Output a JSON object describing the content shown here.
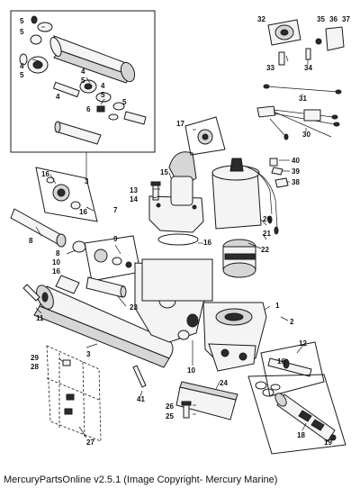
{
  "footer": {
    "caption": "MercuryPartsOnline v2.5.1 (Image Copyright- Mercury Marine)"
  },
  "callouts": [
    "1",
    "2",
    "3",
    "4",
    "5",
    "6",
    "7",
    "8",
    "9",
    "10",
    "11",
    "12",
    "13",
    "14",
    "15",
    "16",
    "17",
    "18",
    "19",
    "20",
    "21",
    "22",
    "23",
    "24",
    "25",
    "26",
    "27",
    "28",
    "29",
    "30",
    "31",
    "32",
    "33",
    "34",
    "35",
    "36",
    "37",
    "38",
    "39",
    "40",
    "41"
  ]
}
